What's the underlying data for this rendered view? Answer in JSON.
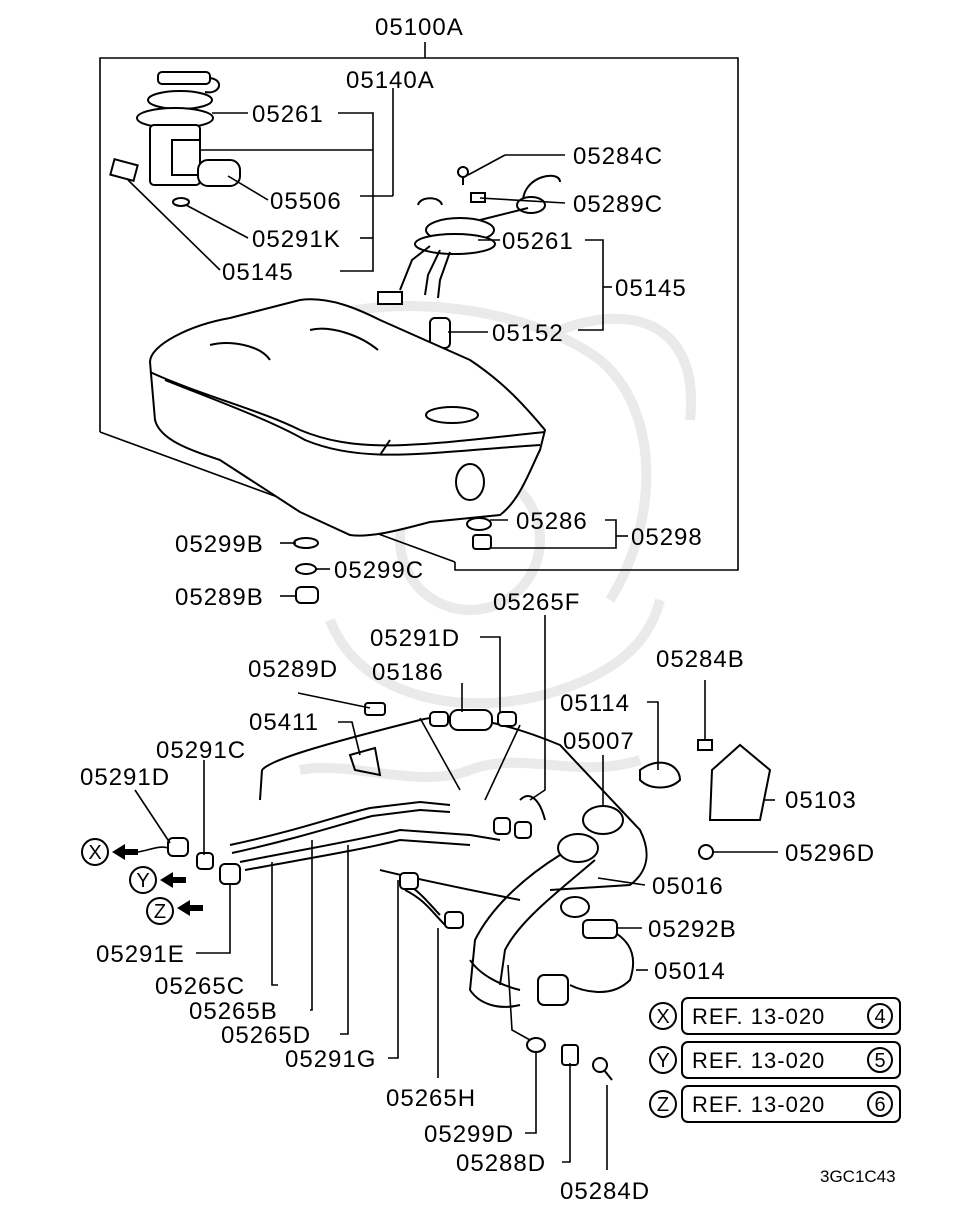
{
  "diagram": {
    "assembly_labels": {
      "a05100A": "05100A",
      "a05140A": "05140A"
    },
    "upper_labels": {
      "u05261a": "05261",
      "u05506": "05506",
      "u05291K": "05291K",
      "u05145a": "05145",
      "u05284C": "05284C",
      "u05289C": "05289C",
      "u05261b": "05261",
      "u05145b": "05145",
      "u05152": "05152",
      "u05286": "05286",
      "u05298": "05298",
      "u05299B": "05299B",
      "u05299C": "05299C",
      "u05289B": "05289B"
    },
    "lower_labels": {
      "l05265F": "05265F",
      "l05291Da": "05291D",
      "l05186": "05186",
      "l05289D": "05289D",
      "l05284B": "05284B",
      "l05114": "05114",
      "l05411": "05411",
      "l05007": "05007",
      "l05291C": "05291C",
      "l05291Db": "05291D",
      "l05103": "05103",
      "l05296D": "05296D",
      "l05016": "05016",
      "l05292B": "05292B",
      "l05291E": "05291E",
      "l05014": "05014",
      "l05265C": "05265C",
      "l05265B": "05265B",
      "l05265D": "05265D",
      "l05291G": "05291G",
      "l05265H": "05265H",
      "l05299D": "05299D",
      "l05288D": "05288D",
      "l05284D": "05284D"
    },
    "references": [
      {
        "marker": "X",
        "text": "REF. 13-020",
        "number": "4"
      },
      {
        "marker": "Y",
        "text": "REF. 13-020",
        "number": "5"
      },
      {
        "marker": "Z",
        "text": "REF. 13-020",
        "number": "6"
      }
    ],
    "direction_markers": {
      "x": "X",
      "y": "Y",
      "z": "Z"
    },
    "diagram_code": "3GC1C43"
  }
}
